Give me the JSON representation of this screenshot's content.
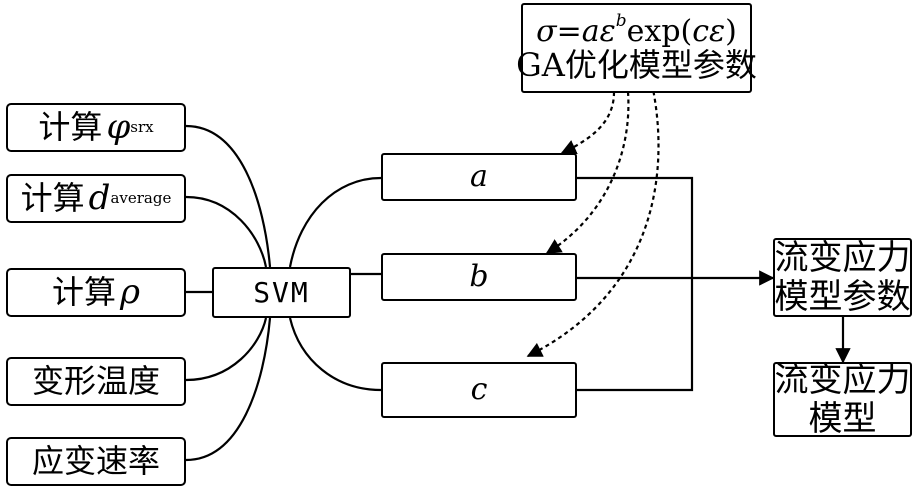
{
  "inputs": [
    {
      "prefix": "计算",
      "symbol": "φ",
      "subscript": "srx"
    },
    {
      "prefix": "计算",
      "symbol": "d",
      "subscript": "average"
    },
    {
      "prefix": "计算",
      "symbol": "ρ",
      "subscript": ""
    },
    {
      "prefix": "变形温度",
      "symbol": "",
      "subscript": ""
    },
    {
      "prefix": "应变速率",
      "symbol": "",
      "subscript": ""
    }
  ],
  "svm_label": "SVM",
  "params": [
    "a",
    "b",
    "c"
  ],
  "formula": {
    "sigma": "σ",
    "eq": "=",
    "a": "a",
    "eps": "ε",
    "b_exp": "b",
    "exp": "exp(",
    "c": "c",
    "eps2": "ε",
    "close": ")",
    "line2": "GA优化模型参数"
  },
  "param_box": {
    "line1": "流变应力",
    "line2": "模型参数"
  },
  "model_box": {
    "line1": "流变应力",
    "line2": "模型"
  }
}
